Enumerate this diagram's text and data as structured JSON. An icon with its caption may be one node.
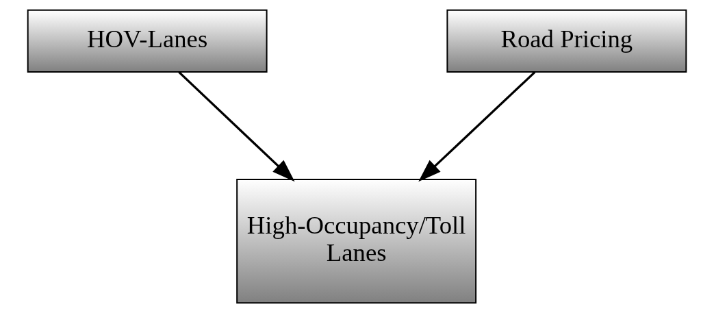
{
  "diagram": {
    "nodes": [
      {
        "text": [
          "HOV-Lanes"
        ]
      },
      {
        "text": [
          "Road Pricing"
        ]
      },
      {
        "text": [
          "High-Occupancy/Toll Lanes"
        ]
      }
    ],
    "edges": [
      {
        "from": 0,
        "to": 2,
        "arrow": "to"
      },
      {
        "from": 1,
        "to": 2,
        "arrow": "to"
      }
    ]
  }
}
